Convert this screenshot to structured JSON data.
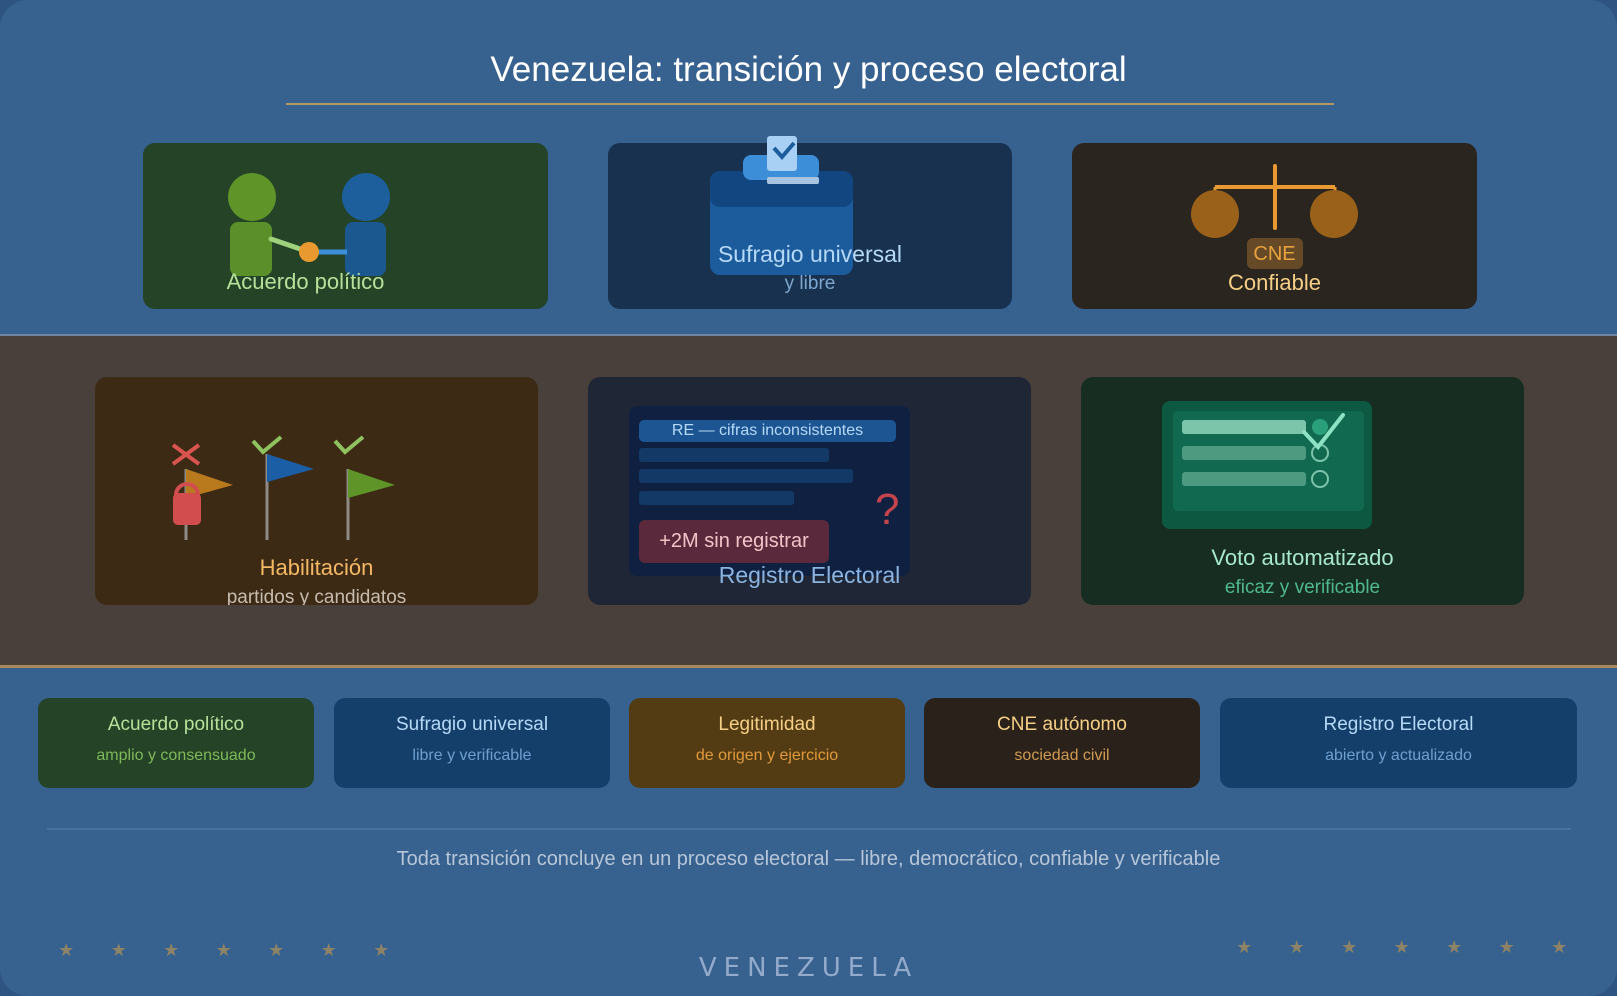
{
  "header": {
    "title": "Venezuela: transición y proceso electoral"
  },
  "top_cards": [
    {
      "label": "Acuerdo político",
      "icon": "handshake-people-icon"
    },
    {
      "label": "Sufragio universal",
      "sublabel": "y libre",
      "icon": "ballot-box-icon"
    },
    {
      "badge": "CNE",
      "label": "Confiable",
      "icon": "balance-scale-icon"
    }
  ],
  "middle_cards": [
    {
      "label": "Habilitación",
      "sublabel": "partidos y candidatos",
      "icon": "party-flags-icon"
    },
    {
      "label": "Registro Electoral",
      "header_bar": "RE — cifras inconsistentes",
      "alert": "+2M sin registrar",
      "mark": "?",
      "icon": "electoral-register-icon"
    },
    {
      "label": "Voto automatizado",
      "sublabel": "eficaz y verificable",
      "icon": "voting-machine-icon"
    }
  ],
  "bottom_cards": [
    {
      "title": "Acuerdo político",
      "subtitle": "amplio y consensuado"
    },
    {
      "title": "Sufragio universal",
      "subtitle": "libre y verificable"
    },
    {
      "title": "Legitimidad",
      "subtitle": "de origen y ejercicio"
    },
    {
      "title": "CNE autónomo",
      "subtitle": "sociedad civil"
    },
    {
      "title": "Registro Electoral",
      "subtitle": "abierto y actualizado"
    }
  ],
  "footer": {
    "tagline": "Toda transición concluye en un proceso electoral — libre, democrático, confiable y verificable",
    "brand": "VENEZUELA",
    "star": "★"
  },
  "colors": {
    "background": "#37618f",
    "middle_band": "#4a403b",
    "accent_gold": "#b49762",
    "green": "#5e9428",
    "blue": "#1a5a9a",
    "orange": "#e89a30",
    "red": "#d9534f"
  }
}
